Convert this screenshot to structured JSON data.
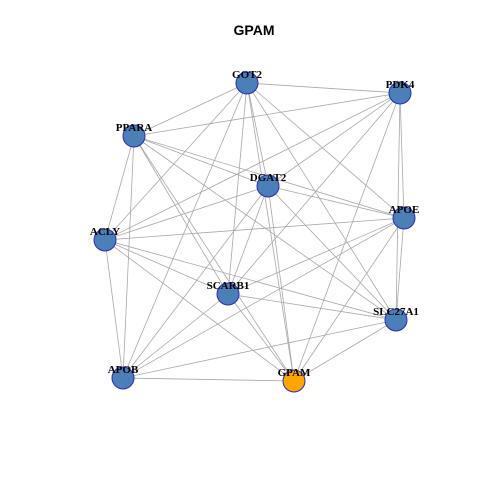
{
  "title": "GPAM",
  "colors": {
    "node": "#4a7fb8",
    "focus": "#ffa500",
    "edge": "#a8a8a8",
    "node_border": "#2a2ab8"
  },
  "nodes": [
    {
      "id": "GOT2",
      "label": "GOT2",
      "focus": false
    },
    {
      "id": "PDK4",
      "label": "PDK4",
      "focus": false
    },
    {
      "id": "PPARA",
      "label": "PPARA",
      "focus": false
    },
    {
      "id": "DGAT2",
      "label": "DGAT2",
      "focus": false
    },
    {
      "id": "APOE",
      "label": "APOE",
      "focus": false
    },
    {
      "id": "ACLY",
      "label": "ACLY",
      "focus": false
    },
    {
      "id": "SCARB1",
      "label": "SCARB1",
      "focus": false
    },
    {
      "id": "SLC27A1",
      "label": "SLC27A1",
      "focus": false
    },
    {
      "id": "APOB",
      "label": "APOB",
      "focus": false
    },
    {
      "id": "GPAM",
      "label": "GPAM",
      "focus": true
    }
  ],
  "edges": [
    [
      "GOT2",
      "PDK4"
    ],
    [
      "GOT2",
      "PPARA"
    ],
    [
      "GOT2",
      "DGAT2"
    ],
    [
      "GOT2",
      "APOE"
    ],
    [
      "GOT2",
      "ACLY"
    ],
    [
      "GOT2",
      "SCARB1"
    ],
    [
      "GOT2",
      "SLC27A1"
    ],
    [
      "GOT2",
      "APOB"
    ],
    [
      "GOT2",
      "GPAM"
    ],
    [
      "PDK4",
      "PPARA"
    ],
    [
      "PDK4",
      "DGAT2"
    ],
    [
      "PDK4",
      "APOE"
    ],
    [
      "PDK4",
      "ACLY"
    ],
    [
      "PDK4",
      "SCARB1"
    ],
    [
      "PDK4",
      "SLC27A1"
    ],
    [
      "PDK4",
      "GPAM"
    ],
    [
      "PPARA",
      "DGAT2"
    ],
    [
      "PPARA",
      "APOE"
    ],
    [
      "PPARA",
      "ACLY"
    ],
    [
      "PPARA",
      "SCARB1"
    ],
    [
      "PPARA",
      "SLC27A1"
    ],
    [
      "PPARA",
      "APOB"
    ],
    [
      "PPARA",
      "GPAM"
    ],
    [
      "DGAT2",
      "APOE"
    ],
    [
      "DGAT2",
      "ACLY"
    ],
    [
      "DGAT2",
      "SCARB1"
    ],
    [
      "DGAT2",
      "SLC27A1"
    ],
    [
      "DGAT2",
      "APOB"
    ],
    [
      "DGAT2",
      "GPAM"
    ],
    [
      "APOE",
      "ACLY"
    ],
    [
      "APOE",
      "SCARB1"
    ],
    [
      "APOE",
      "SLC27A1"
    ],
    [
      "APOE",
      "APOB"
    ],
    [
      "APOE",
      "GPAM"
    ],
    [
      "ACLY",
      "SCARB1"
    ],
    [
      "ACLY",
      "SLC27A1"
    ],
    [
      "ACLY",
      "APOB"
    ],
    [
      "ACLY",
      "GPAM"
    ],
    [
      "SCARB1",
      "SLC27A1"
    ],
    [
      "SCARB1",
      "APOB"
    ],
    [
      "SCARB1",
      "GPAM"
    ],
    [
      "SLC27A1",
      "APOB"
    ],
    [
      "SLC27A1",
      "GPAM"
    ],
    [
      "APOB",
      "GPAM"
    ]
  ]
}
